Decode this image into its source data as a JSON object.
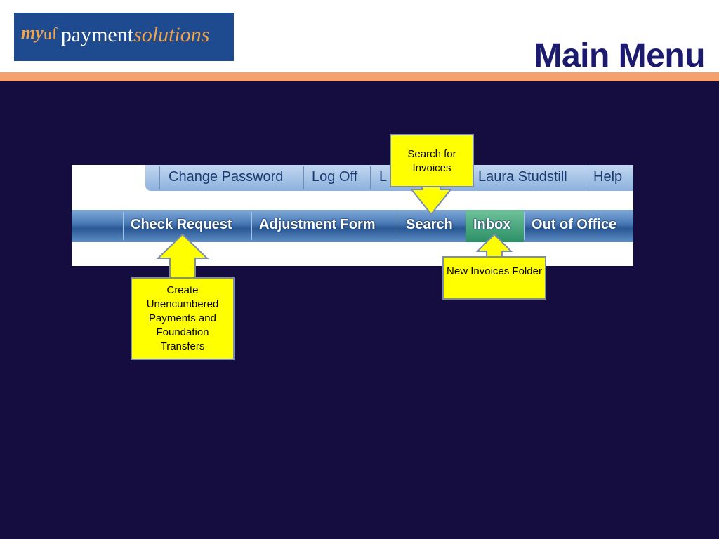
{
  "header": {
    "logo": {
      "my": "my",
      "uf": "uf",
      "payment": "payment",
      "solutions": "solutions"
    },
    "title": "Main Menu"
  },
  "top_nav": {
    "items": [
      "Change Password",
      "Log Off",
      "L",
      "Laura Studstill",
      "Help"
    ]
  },
  "main_menu": {
    "items": [
      "Check Request",
      "Adjustment Form",
      "Search",
      "Inbox",
      "Out of Office"
    ],
    "active": "Inbox"
  },
  "callouts": {
    "search": "Search for Invoices",
    "inbox": "New Invoices Folder",
    "check_request": "Create Unencumbered Payments and Foundation Transfers"
  },
  "colors": {
    "title": "#1b1a6e",
    "background": "#150c40",
    "stripe": "#f5a06d",
    "callout_fill": "#ffff00",
    "active_tab": "#2c8f66"
  }
}
